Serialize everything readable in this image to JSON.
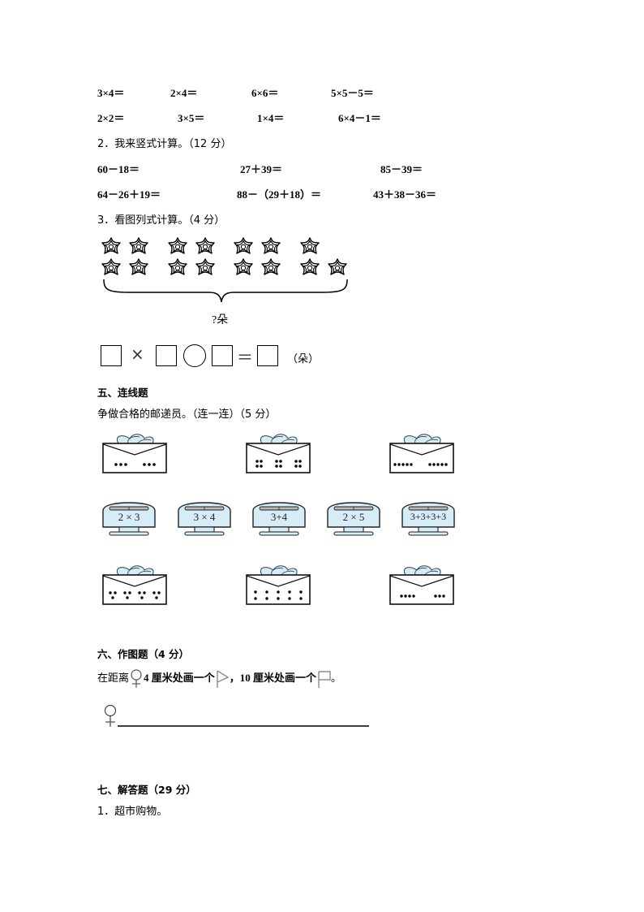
{
  "section4_tail": {
    "mental_math_row1": [
      "3×4＝",
      "2×4＝",
      "6×6＝",
      "5×5－5＝"
    ],
    "mental_math_row2": [
      "2×2＝",
      "3×5＝",
      "1×4＝",
      "6×4－1＝"
    ],
    "q2": {
      "title": "2．我来竖式计算。（12 分）",
      "row1": [
        "60－18＝",
        "27＋39＝",
        "85－39＝"
      ],
      "row2": [
        "64－26＋19＝",
        "88－（29＋18）＝",
        "43＋38－36＝"
      ]
    },
    "q3": {
      "title": "3．看图列式计算。（4 分）",
      "flowers_top_row_groups": [
        2,
        2,
        2,
        1
      ],
      "flowers_bottom_row_groups": [
        2,
        2,
        2,
        2
      ],
      "brace_label": "?朵",
      "equation": {
        "multiply": "×",
        "equals": "＝",
        "unit": "（朵）"
      }
    }
  },
  "section5": {
    "heading": "五、连线题",
    "instruction": "争做合格的邮递员。（连一连）（5 分）",
    "envelopes_top": [
      {
        "dots": "3 + 3"
      },
      {
        "dots": "2×2 ×3 groups"
      },
      {
        "dots": "5 + 5"
      }
    ],
    "monitors": [
      "2 × 3",
      "3 × 4",
      "3+4",
      "2 × 5",
      "3+3+3+3"
    ],
    "envelopes_bottom": [
      {
        "dots": "3 ×4 groups"
      },
      {
        "dots": "2 ×5 columns"
      },
      {
        "dots": "4 + 3"
      }
    ]
  },
  "section6": {
    "heading": "六、作图题（4 分）",
    "instruction_parts": {
      "before": "在距离",
      "after_symbol": "4 厘米处画一个",
      "middle": "，10 厘米处画一个",
      "end": "。"
    }
  },
  "section7": {
    "heading": "七、解答题（29 分）",
    "q1": "1．超市购物。"
  },
  "colors": {
    "ink": "#000000",
    "leaf_fill": "#d6ebf5",
    "monitor_fill": "#d6ecf6",
    "monitor_bar": "#b8b8b8"
  }
}
